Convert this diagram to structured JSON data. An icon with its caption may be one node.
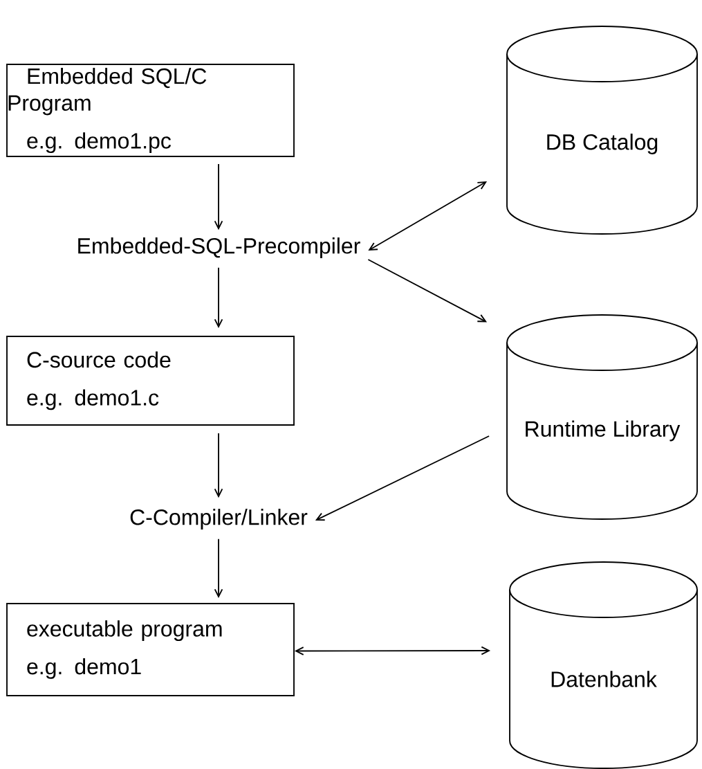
{
  "diagram": {
    "nodes": [
      {
        "text": [
          "Embedded SQL/C Program",
          "e.g. demo1.pc"
        ]
      },
      {
        "text": [
          "Embedded-SQL-Precompiler"
        ]
      },
      {
        "text": [
          "DB Catalog"
        ]
      },
      {
        "text": [
          "Runtime Library"
        ]
      },
      {
        "text": [
          "C-source code",
          "e.g. demo1.c"
        ]
      },
      {
        "text": [
          "C-Compiler/Linker"
        ]
      },
      {
        "text": [
          "executable program",
          "e.g. demo1"
        ]
      },
      {
        "text": [
          "Datenbank"
        ]
      }
    ],
    "edges": [
      {
        "from": 0,
        "to": 1,
        "arrow": "to"
      },
      {
        "from": 1,
        "to": 2,
        "arrow": "both"
      },
      {
        "from": 1,
        "to": 3,
        "arrow": "to"
      },
      {
        "from": 1,
        "to": 4,
        "arrow": "to"
      },
      {
        "from": 4,
        "to": 5,
        "arrow": "to"
      },
      {
        "from": 3,
        "to": 5,
        "arrow": "to"
      },
      {
        "from": 5,
        "to": 6,
        "arrow": "to"
      },
      {
        "from": 6,
        "to": 7,
        "arrow": "both"
      }
    ]
  }
}
